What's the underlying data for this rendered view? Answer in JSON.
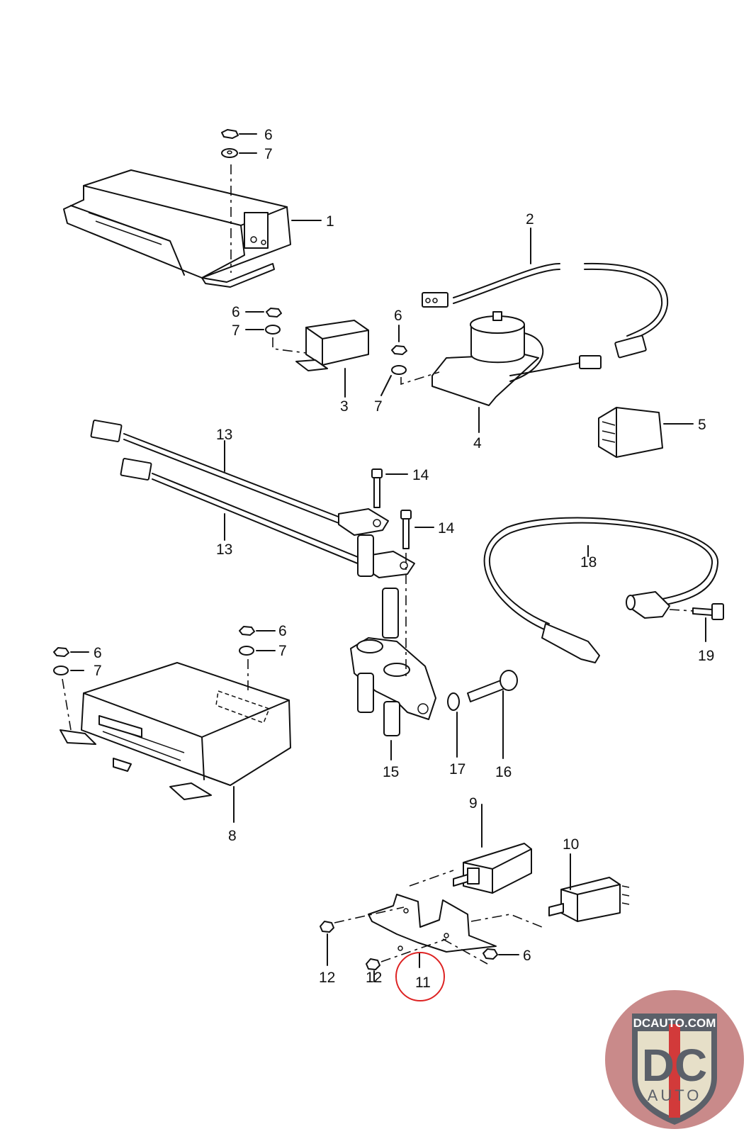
{
  "diagram": {
    "title": "",
    "callouts": [
      {
        "id": "c1",
        "label": "1",
        "part": "control-unit-large"
      },
      {
        "id": "c2",
        "label": "2",
        "part": "wiring-harness"
      },
      {
        "id": "c3",
        "label": "3",
        "part": "relay-small"
      },
      {
        "id": "c4",
        "label": "4",
        "part": "motor-with-bracket"
      },
      {
        "id": "c5",
        "label": "5",
        "part": "multi-pin-relay"
      },
      {
        "id": "c6a",
        "label": "6",
        "part": "nut"
      },
      {
        "id": "c7a",
        "label": "7",
        "part": "washer"
      },
      {
        "id": "c6b",
        "label": "6",
        "part": "nut"
      },
      {
        "id": "c7b",
        "label": "7",
        "part": "washer"
      },
      {
        "id": "c6c",
        "label": "6",
        "part": "nut"
      },
      {
        "id": "c7c",
        "label": "7",
        "part": "washer"
      },
      {
        "id": "c6d",
        "label": "6",
        "part": "nut"
      },
      {
        "id": "c7d",
        "label": "7",
        "part": "washer"
      },
      {
        "id": "c6e",
        "label": "6",
        "part": "nut"
      },
      {
        "id": "c7e",
        "label": "7",
        "part": "washer"
      },
      {
        "id": "c6f",
        "label": "6",
        "part": "nut"
      },
      {
        "id": "c8",
        "label": "8",
        "part": "control-unit-lower"
      },
      {
        "id": "c9",
        "label": "9",
        "part": "relay-a"
      },
      {
        "id": "c10",
        "label": "10",
        "part": "relay-b"
      },
      {
        "id": "c11",
        "label": "11",
        "part": "bracket",
        "highlighted": true
      },
      {
        "id": "c12a",
        "label": "12",
        "part": "nut"
      },
      {
        "id": "c12b",
        "label": "12",
        "part": "nut"
      },
      {
        "id": "c13a",
        "label": "13",
        "part": "sensor-cable"
      },
      {
        "id": "c13b",
        "label": "13",
        "part": "sensor-cable"
      },
      {
        "id": "c14a",
        "label": "14",
        "part": "bolt"
      },
      {
        "id": "c14b",
        "label": "14",
        "part": "bolt"
      },
      {
        "id": "c15",
        "label": "15",
        "part": "sensor-holder"
      },
      {
        "id": "c16",
        "label": "16",
        "part": "bolt-long"
      },
      {
        "id": "c17",
        "label": "17",
        "part": "washer"
      },
      {
        "id": "c18",
        "label": "18",
        "part": "knock-sensor-cable"
      },
      {
        "id": "c19",
        "label": "19",
        "part": "bolt"
      }
    ],
    "highlight_color": "#dd2222"
  },
  "logo": {
    "top_text": "DCAUTO.COM",
    "main_text": "DC",
    "sub_text": "AUTO",
    "colors": {
      "bg": "#c98a8a",
      "shield": "#e6dfc8",
      "dark": "#5b6069",
      "red": "#d23a3a"
    }
  }
}
